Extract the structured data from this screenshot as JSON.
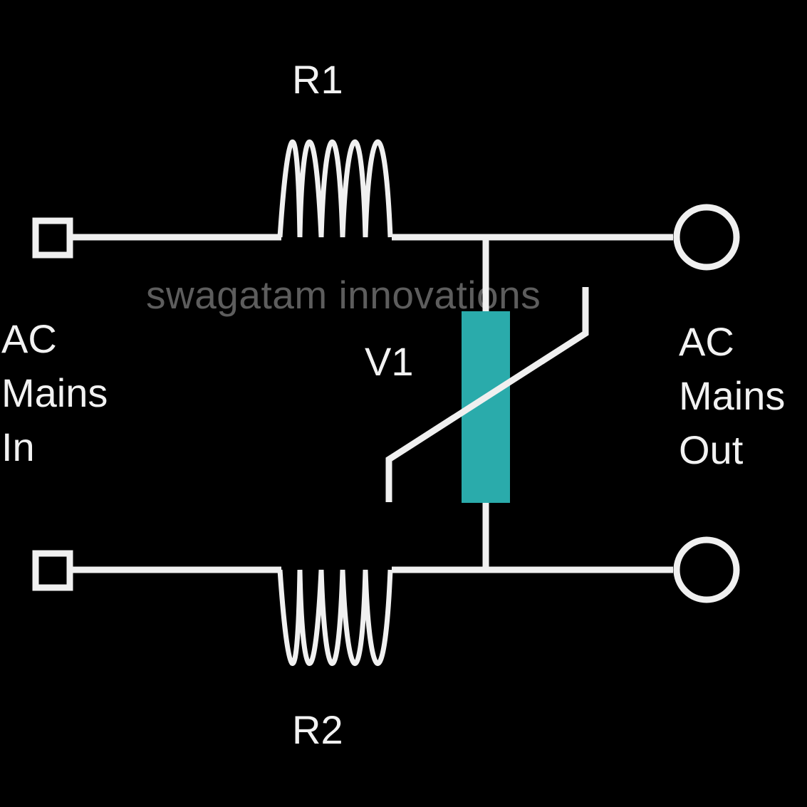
{
  "labels": {
    "r1": "R1",
    "r2": "R2",
    "v1": "V1",
    "input": [
      "AC",
      "Mains",
      "In"
    ],
    "output": [
      "AC",
      "Mains",
      "Out"
    ]
  },
  "watermark": "swagatam innovations",
  "colors": {
    "background": "#000000",
    "wire": "#f0f0f0",
    "varistor": "#2aabab",
    "watermark": "#6e6e6e"
  }
}
